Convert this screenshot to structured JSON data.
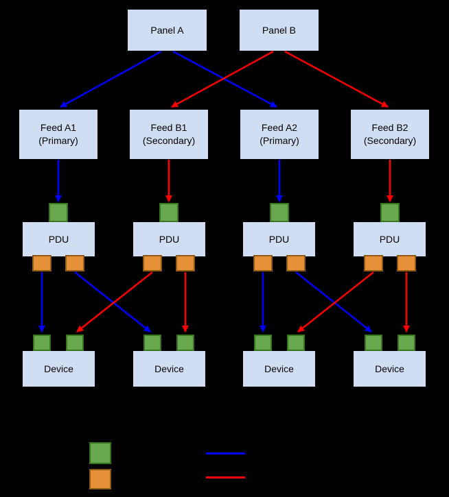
{
  "colors": {
    "background": "#000000",
    "box_fill": "#d0ddf3",
    "green": "#6aa84f",
    "green_border": "#38761d",
    "orange": "#e69138",
    "orange_border": "#8f5a14",
    "blue": "#0000ff",
    "red": "#ff0000"
  },
  "panels": [
    {
      "label": "Panel A"
    },
    {
      "label": "Panel B"
    }
  ],
  "feeds": [
    {
      "line1": "Feed A1",
      "line2": "(Primary)"
    },
    {
      "line1": "Feed B1",
      "line2": "(Secondary)"
    },
    {
      "line1": "Feed A2",
      "line2": "(Primary)"
    },
    {
      "line1": "Feed B2",
      "line2": "(Secondary)"
    }
  ],
  "pdus": [
    {
      "label": "PDU"
    },
    {
      "label": "PDU"
    },
    {
      "label": "PDU"
    },
    {
      "label": "PDU"
    }
  ],
  "devices": [
    {
      "label": "Device"
    },
    {
      "label": "Device"
    },
    {
      "label": "Device"
    },
    {
      "label": "Device"
    }
  ]
}
